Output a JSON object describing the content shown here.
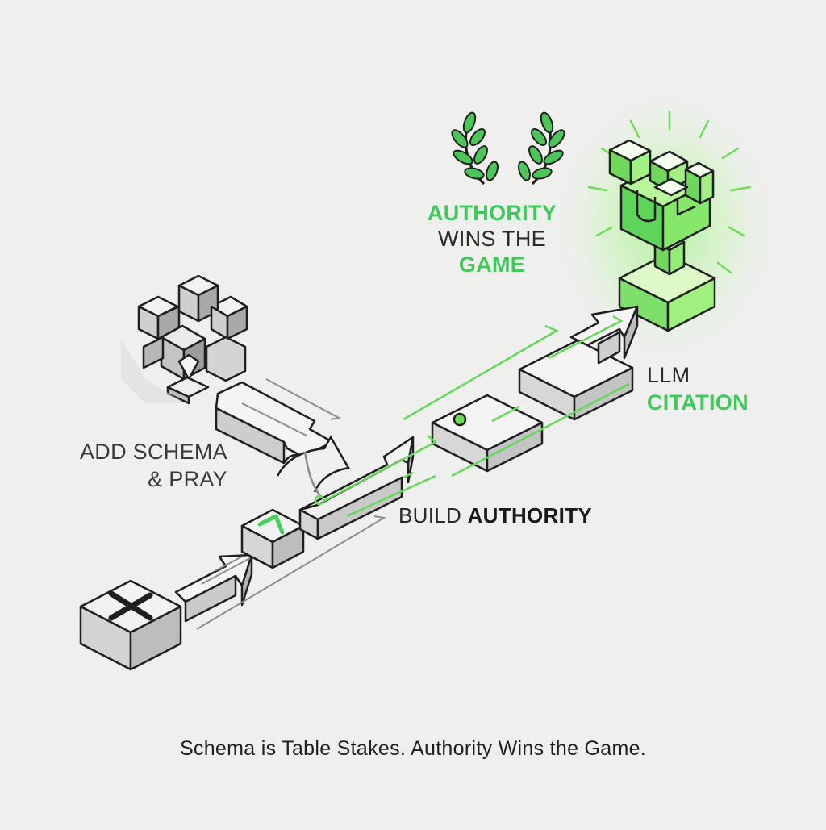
{
  "labels": {
    "authority_line1": "AUTHORITY",
    "authority_line2": "WINS THE",
    "authority_line3": "GAME",
    "llm_line1": "LLM",
    "llm_line2": "CITATION",
    "schema_line1": "ADD SCHEMA",
    "schema_line2": "& PRAY",
    "build_prefix": "BUILD",
    "build_emphasis": "AUTHORITY"
  },
  "caption": "Schema is Table Stakes. Authority Wins the Game.",
  "colors": {
    "accent_green": "#3ec95a",
    "glow_green": "#7df06a",
    "block_face": "#f2f2f2",
    "block_side": "#c9c9c9",
    "block_dark": "#9a9a9a",
    "outline": "#1f1f1f",
    "background": "#efefee"
  },
  "icons": {
    "start": "x-cross-block-icon",
    "dead_end": "broken-cross-block-icon",
    "step": "chevron-block-icon",
    "goal": "trophy-icon",
    "wreath": "laurel-wreath-icon"
  }
}
